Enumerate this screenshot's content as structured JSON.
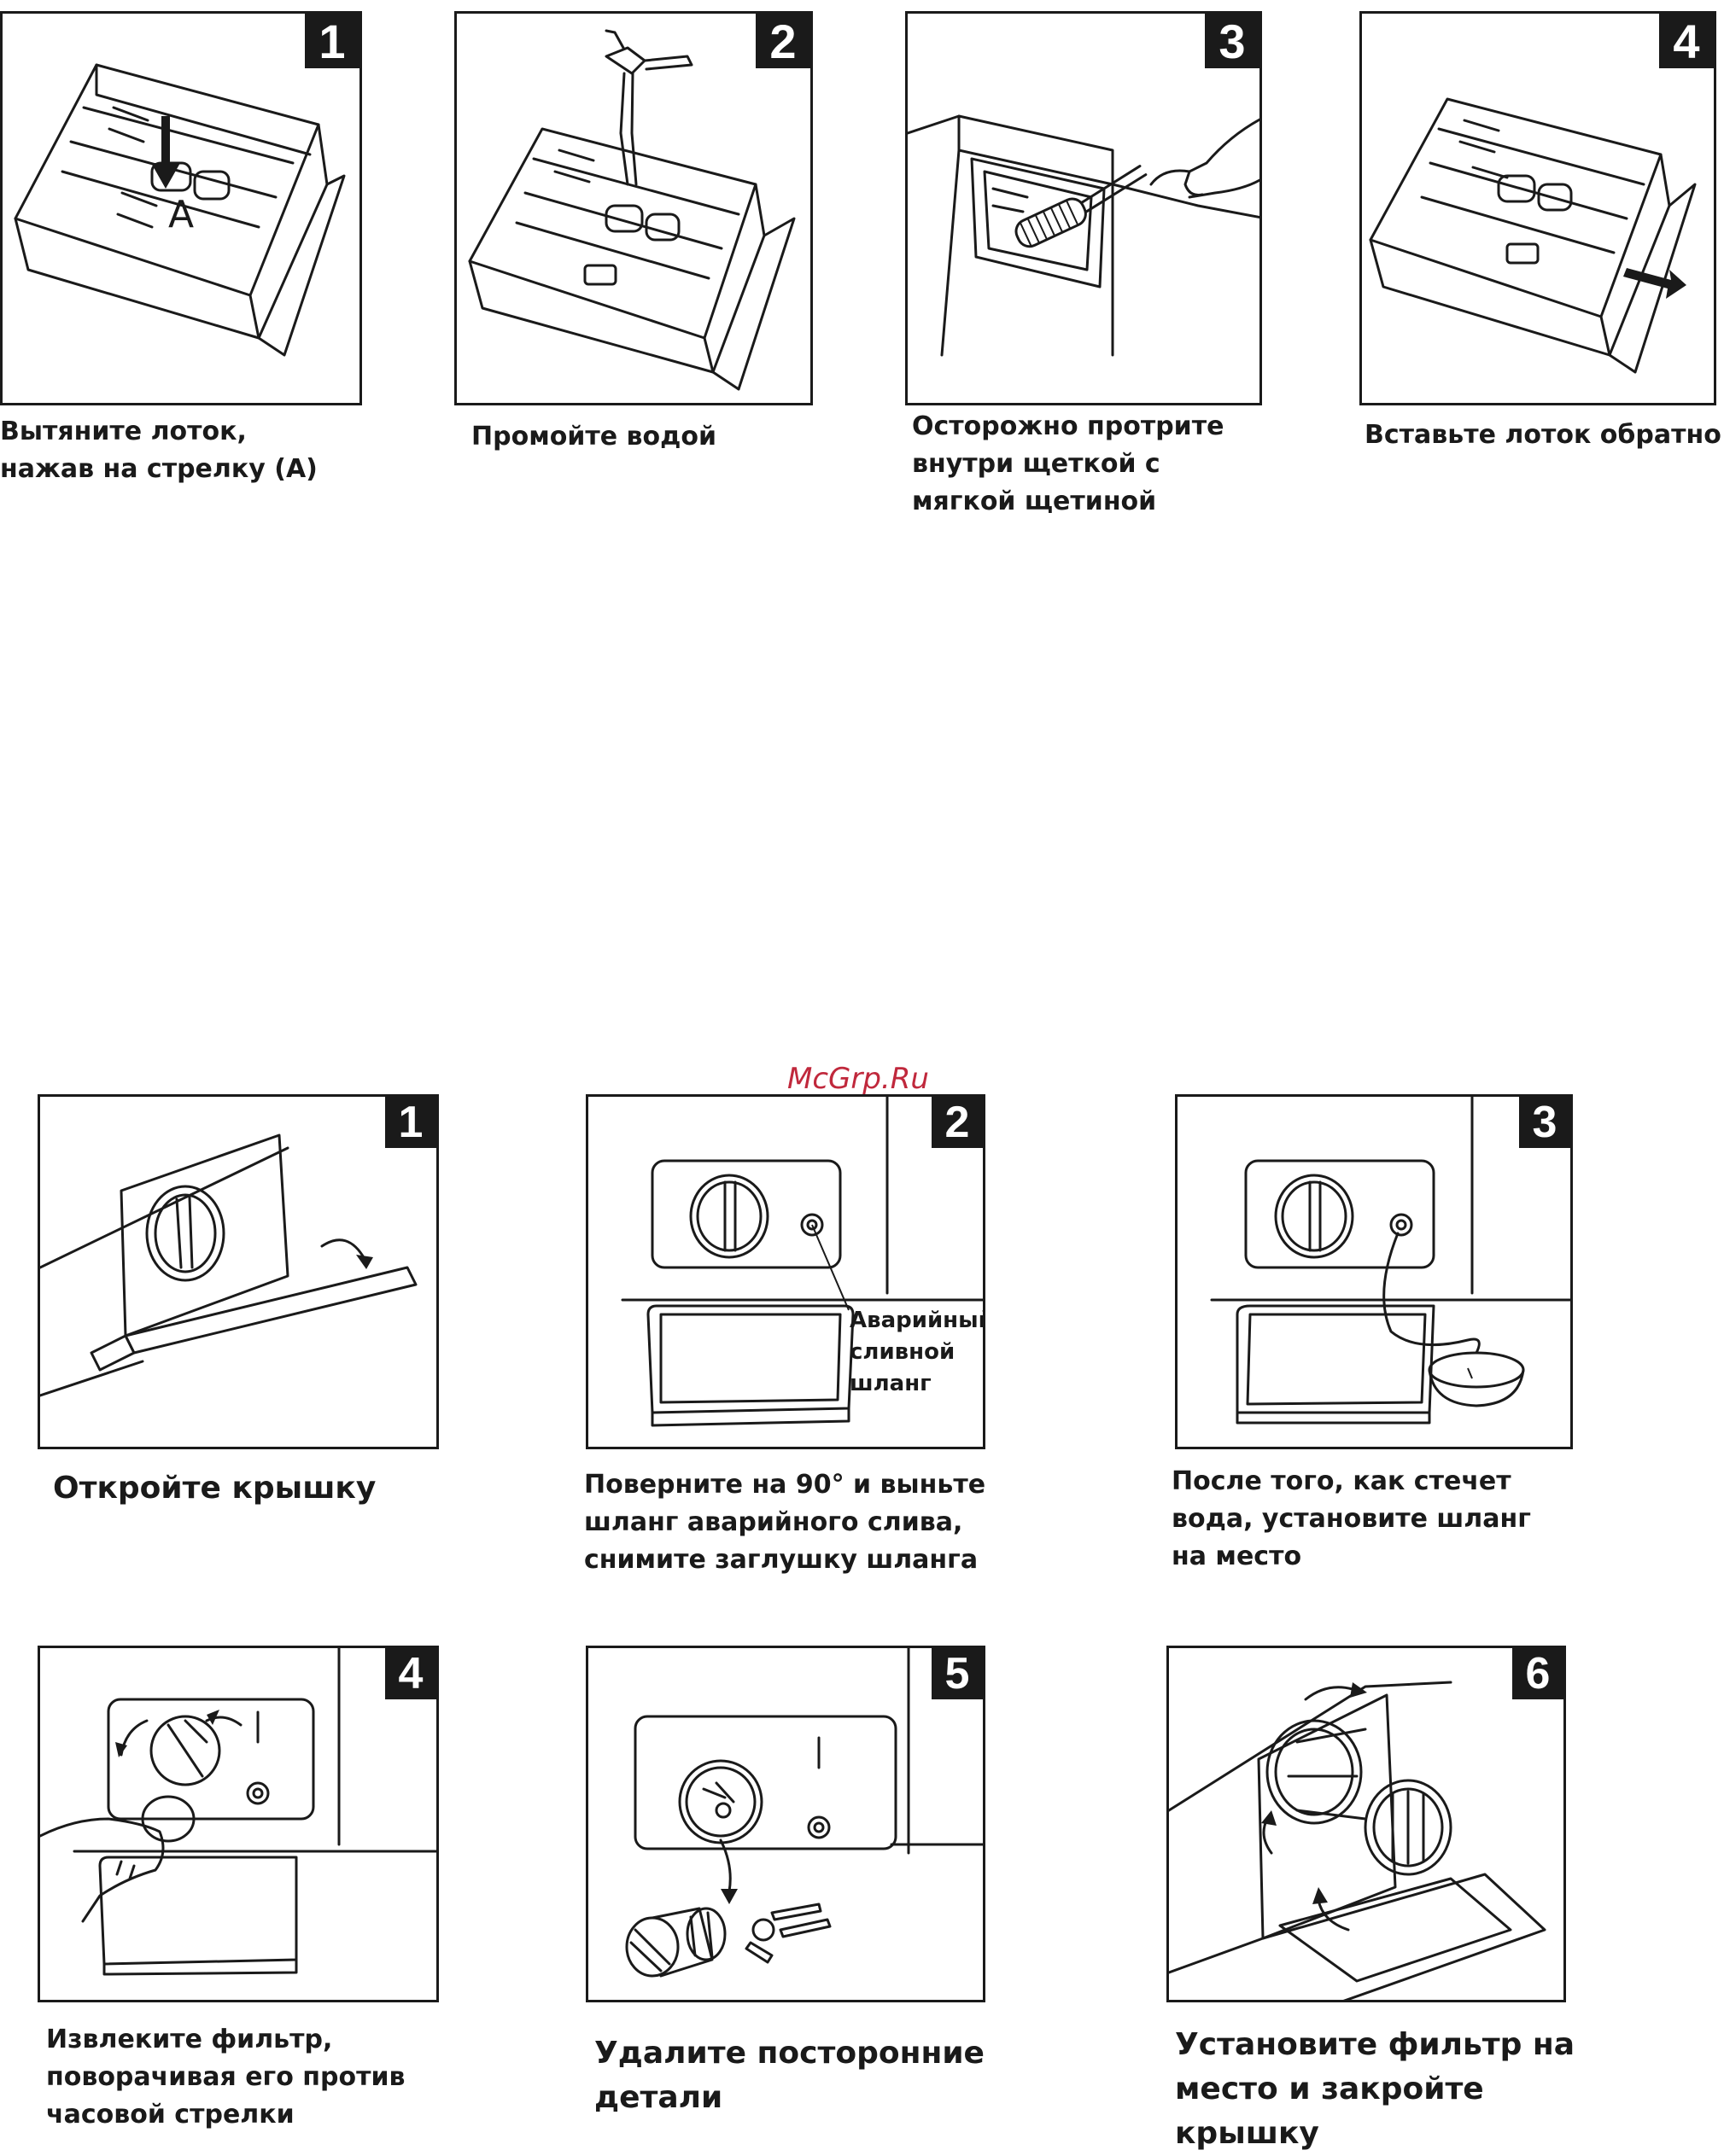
{
  "dispenser_steps": [
    {
      "number": "1",
      "caption": "Вытяните лоток,\n нажав на стрелку (A)",
      "label": "A"
    },
    {
      "number": "2",
      "caption": "Промойте водой"
    },
    {
      "number": "3",
      "caption": "Осторожно протрите\nвнутри щеткой с\nмягкой щетиной"
    },
    {
      "number": "4",
      "caption": "Вставьте лоток обратно"
    }
  ],
  "watermark": "McGrp.Ru",
  "filter_steps": [
    {
      "number": "1",
      "caption": "Откройте крышку"
    },
    {
      "number": "2",
      "caption": "Поверните на 90° и выньте\nшланг аварийного слива,\nснимите заглушку шланга",
      "callout": "Аварийный\nсливной\nшланг"
    },
    {
      "number": "3",
      "caption": "После того, как стечет\nвода, установите шланг\nна место"
    },
    {
      "number": "4",
      "caption": "Извлеките фильтр,\nповорачивая его против\nчасовой стрелки"
    },
    {
      "number": "5",
      "caption": "Удалите посторонние\nдетали"
    },
    {
      "number": "6",
      "caption": "Установите фильтр на\nместо и закройте крышку"
    }
  ]
}
